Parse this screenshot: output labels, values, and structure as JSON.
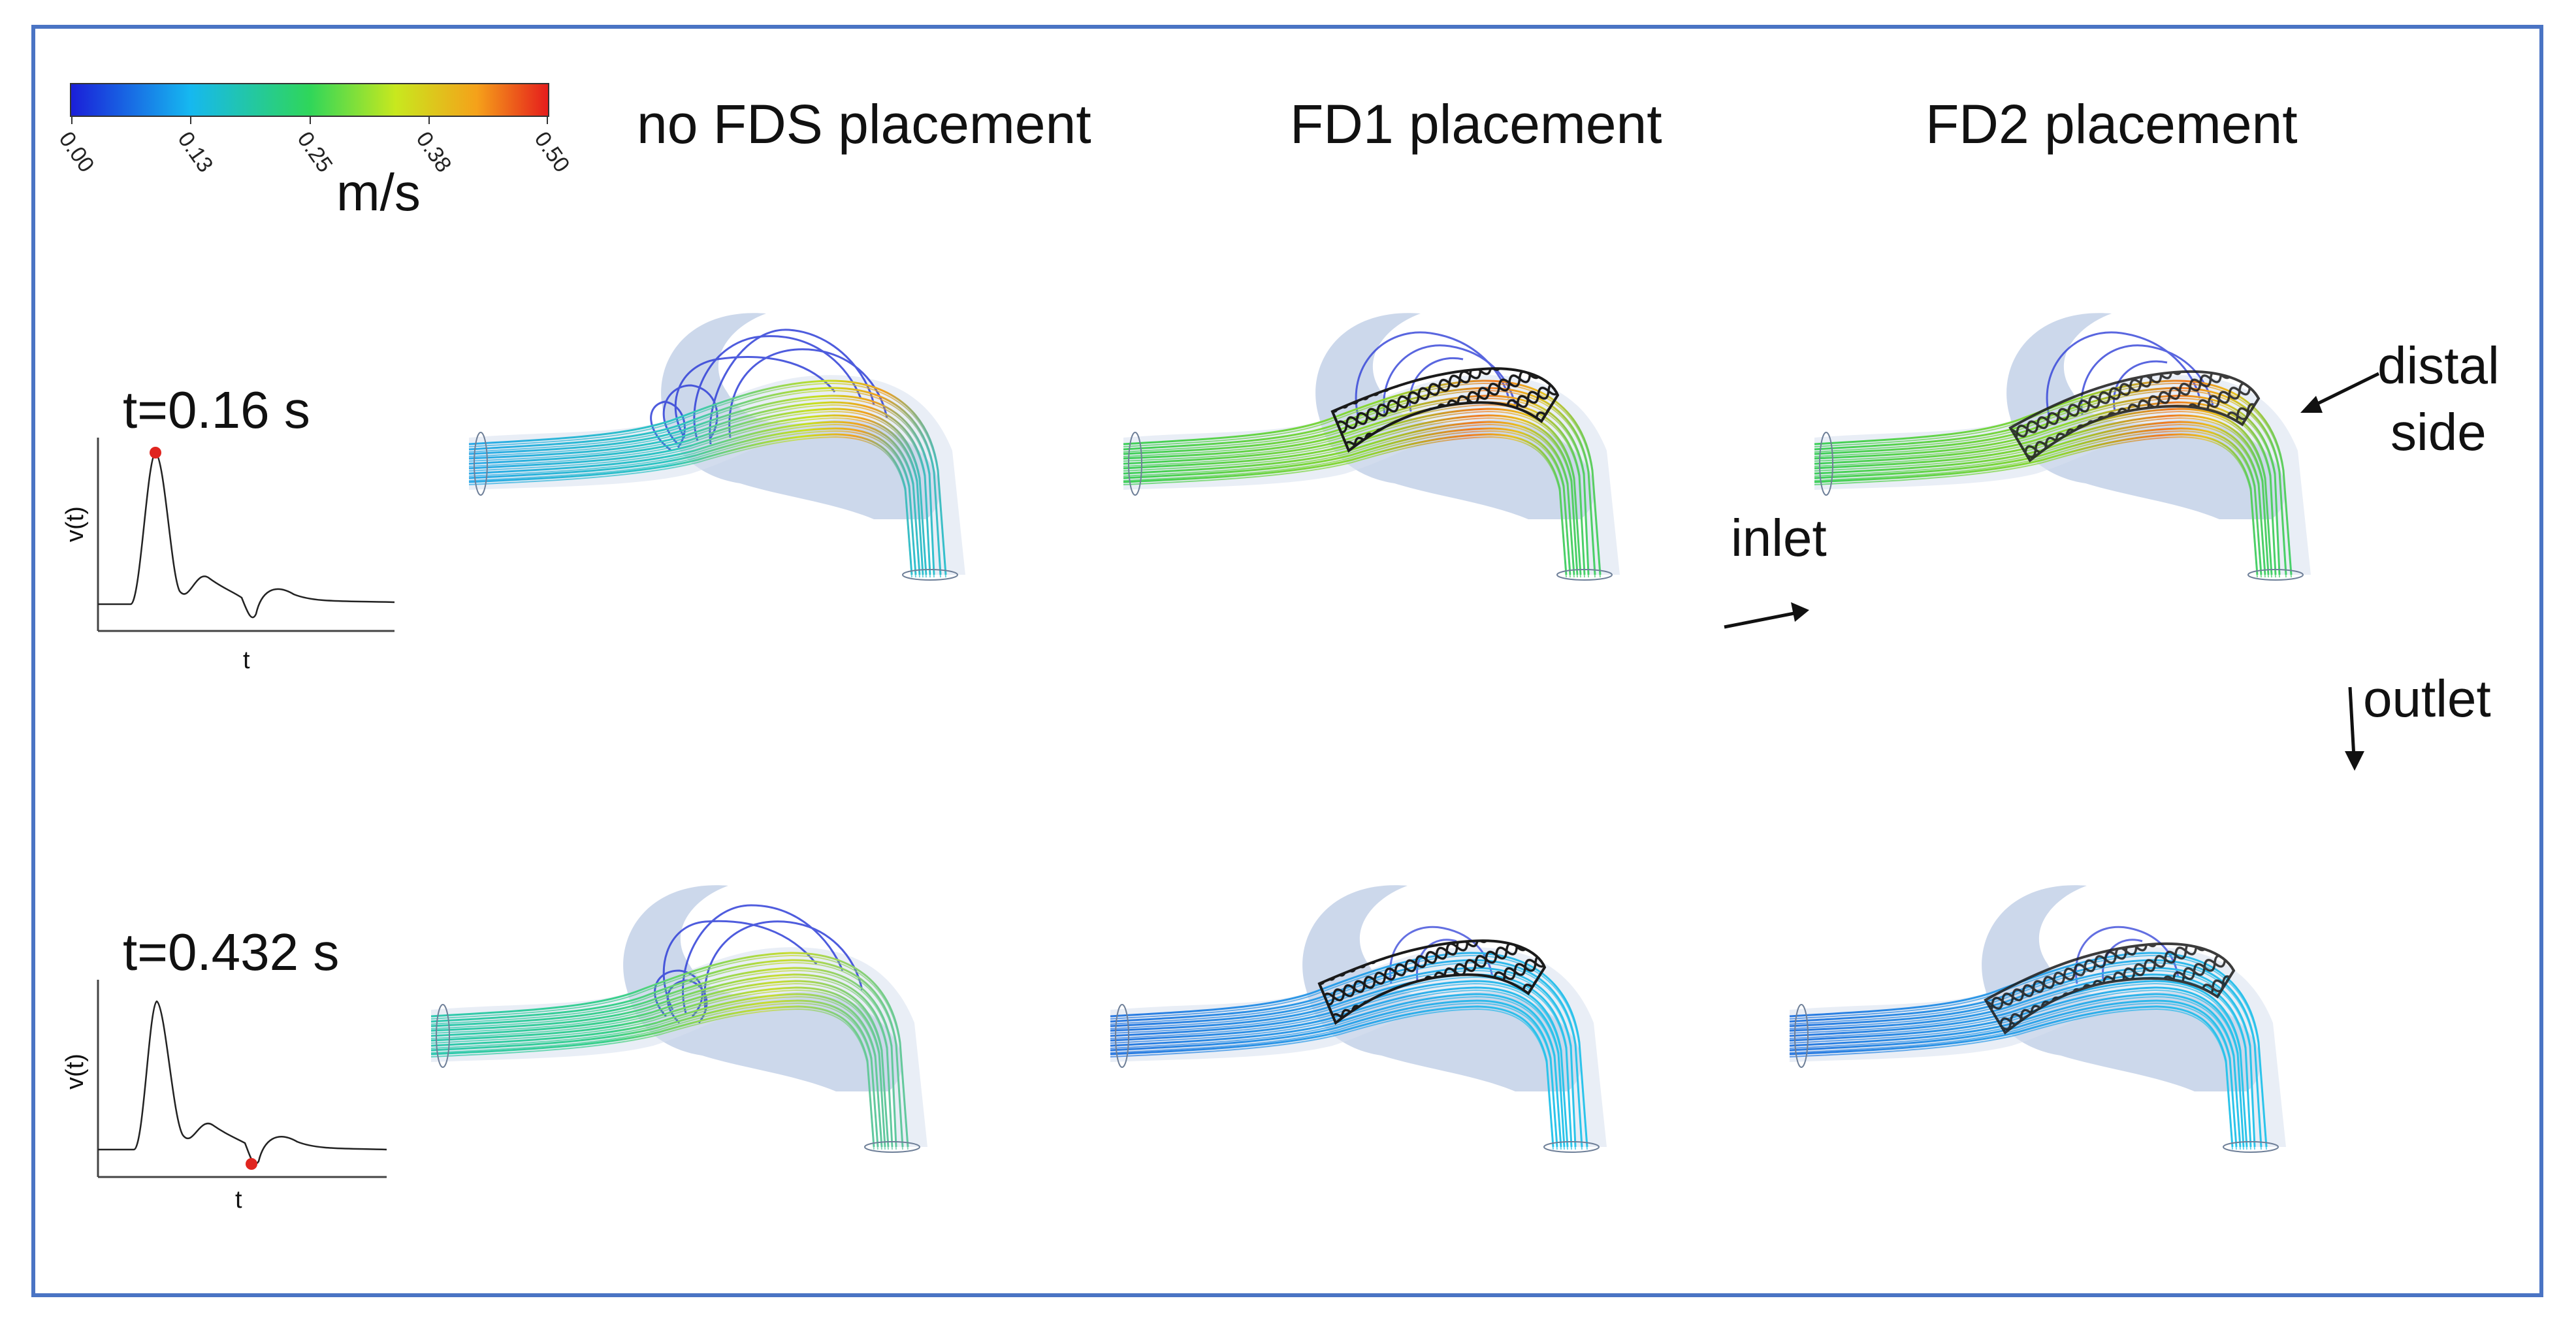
{
  "colorbar": {
    "ticks": [
      "0.00",
      "0.13",
      "0.25",
      "0.38",
      "0.50"
    ],
    "unit": "m/s",
    "colors": [
      "#1a1ed8",
      "#16b8f0",
      "#2fd65a",
      "#c8e81e",
      "#f5a11a",
      "#e51c1c"
    ]
  },
  "columns": {
    "no_fds": "no FDS placement",
    "fd1": "FD1 placement",
    "fd2": "FD2 placement"
  },
  "rows": [
    {
      "time_label": "t=0.16 s",
      "marker_phase": "peak"
    },
    {
      "time_label": "t=0.432 s",
      "marker_phase": "trough"
    }
  ],
  "inset_plot": {
    "ylabel": "v(t)",
    "xlabel": "t",
    "marker_color": "#e0251f"
  },
  "annotations": {
    "inlet": "inlet",
    "outlet": "outlet",
    "distal_line1": "distal",
    "distal_line2": "side"
  },
  "colors": {
    "frame": "#4a74c4",
    "sac": "#b7c8e3",
    "stent": "#1a1a1a"
  }
}
